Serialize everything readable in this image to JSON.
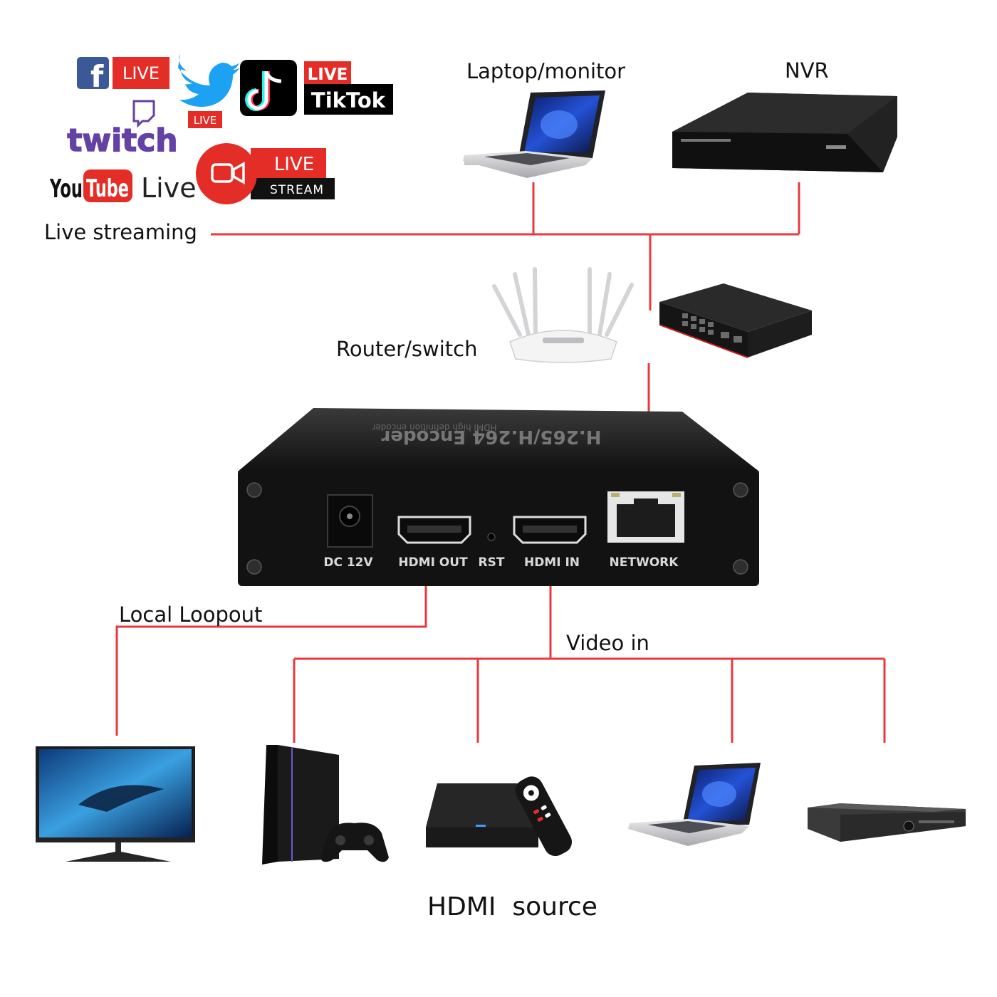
{
  "labels": {
    "live_streaming": "Live streaming",
    "laptop_monitor": "Laptop/monitor",
    "nvr": "NVR",
    "router_switch": "Router/switch",
    "local_loopout": "Local Loopout",
    "video_in": "Video in",
    "hdmi_source": "HDMI  source"
  },
  "encoder": {
    "top_title": "H.265/H.264 Encoder",
    "top_subtitle": "HDMI high definition encoder",
    "ports": {
      "dc": "DC 12V",
      "hdmi_out": "HDMI OUT",
      "rst": "RST",
      "hdmi_in": "HDMI IN",
      "network": "NETWORK"
    }
  },
  "platforms": {
    "facebook_live": "LIVE",
    "twitter_live": "LIVE",
    "tiktok_live": "LIVE",
    "tiktok_name": "TikTok",
    "twitch": "twitch",
    "youtube_you": "You",
    "youtube_tube": "Tube",
    "youtube_live": "Live",
    "live_stream_live": "LIVE",
    "live_stream_stream": "STREAM"
  },
  "colors": {
    "connector": "#e8383d",
    "device_dark": "#1a1a1a",
    "twitch_purple": "#6441a5",
    "live_red": "#e52d27"
  }
}
